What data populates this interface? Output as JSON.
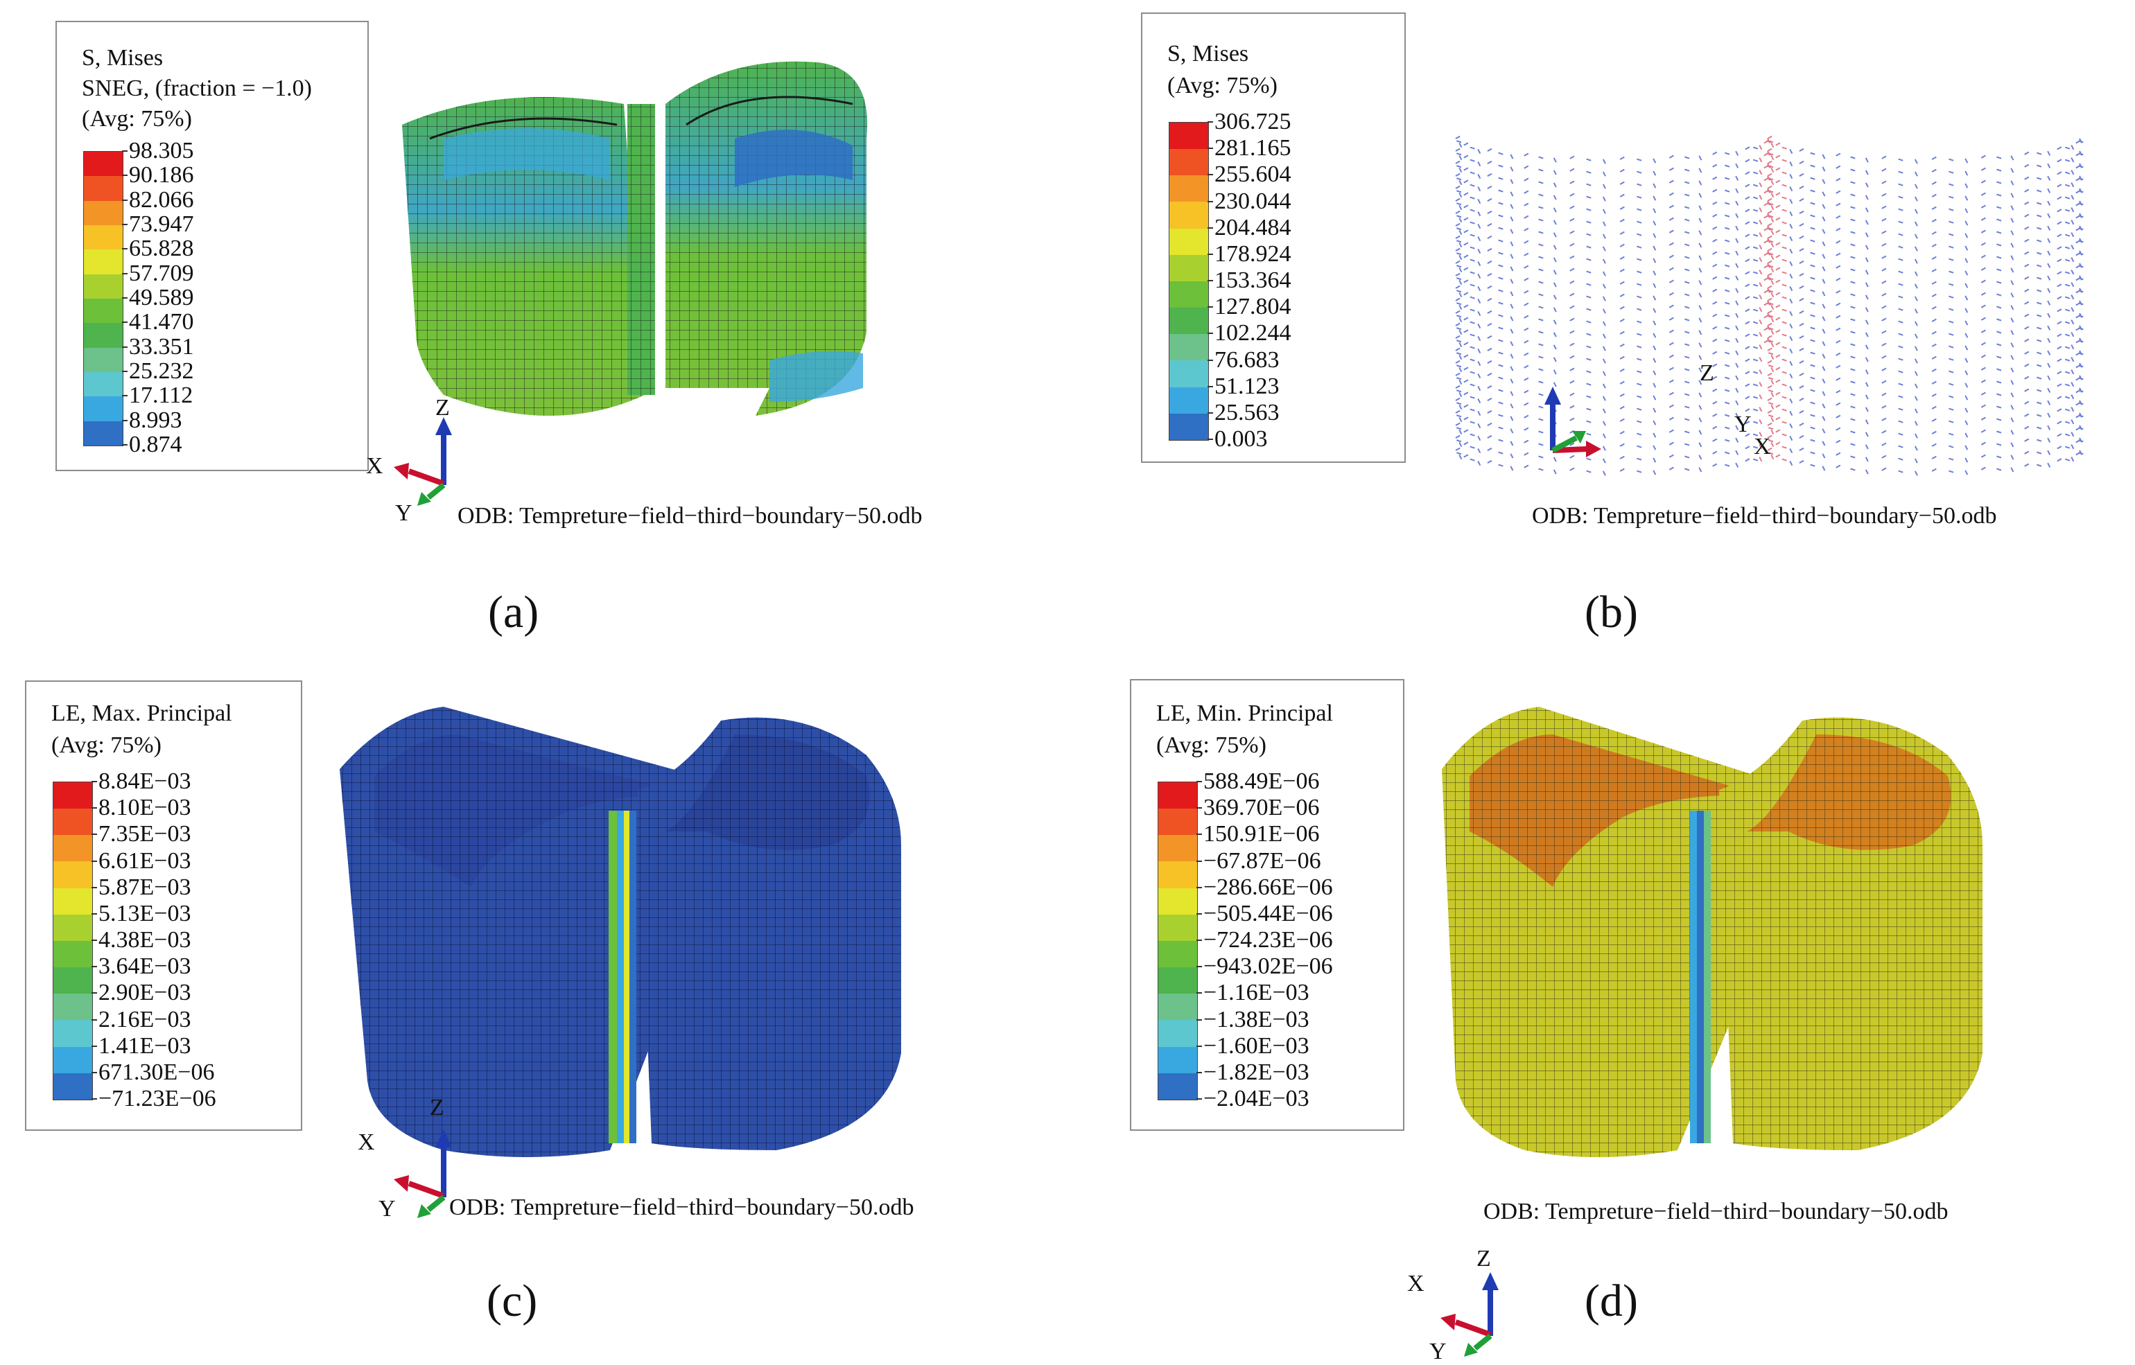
{
  "panels": [
    {
      "id": "a",
      "caption": "(a)",
      "legend_title": [
        "S, Mises",
        "SNEG, (fraction = −1.0)",
        "(Avg: 75%)"
      ],
      "legend_values": [
        "98.305",
        "90.186",
        "82.066",
        "73.947",
        "65.828",
        "57.709",
        "49.589",
        "41.470",
        "33.351",
        "25.232",
        "17.112",
        "8.993",
        "0.874"
      ],
      "odb": "ODB: Tempreture−field−third−boundary−50.odb",
      "axes": {
        "x": "X",
        "y": "Y",
        "z": "Z"
      }
    },
    {
      "id": "b",
      "caption": "(b)",
      "legend_title": [
        "S, Mises",
        "(Avg: 75%)"
      ],
      "legend_values": [
        "306.725",
        "281.165",
        "255.604",
        "230.044",
        "204.484",
        "178.924",
        "153.364",
        "127.804",
        "102.244",
        "76.683",
        "51.123",
        "25.563",
        "0.003"
      ],
      "odb": "ODB: Tempreture−field−third−boundary−50.odb",
      "axes": {
        "x": "X",
        "y": "Y",
        "z": "Z"
      }
    },
    {
      "id": "c",
      "caption": "(c)",
      "legend_title": [
        "LE, Max. Principal",
        "(Avg: 75%)"
      ],
      "legend_values": [
        "8.84E−03",
        "8.10E−03",
        "7.35E−03",
        "6.61E−03",
        "5.87E−03",
        "5.13E−03",
        "4.38E−03",
        "3.64E−03",
        "2.90E−03",
        "2.16E−03",
        "1.41E−03",
        "671.30E−06",
        "−71.23E−06"
      ],
      "odb": "ODB: Tempreture−field−third−boundary−50.odb",
      "axes": {
        "x": "X",
        "y": "Y",
        "z": "Z"
      }
    },
    {
      "id": "d",
      "caption": "(d)",
      "legend_title": [
        "LE, Min. Principal",
        "(Avg: 75%)"
      ],
      "legend_values": [
        "588.49E−06",
        "369.70E−06",
        "150.91E−06",
        "−67.87E−06",
        "−286.66E−06",
        "−505.44E−06",
        "−724.23E−06",
        "−943.02E−06",
        "−1.16E−03",
        "−1.38E−03",
        "−1.60E−03",
        "−1.82E−03",
        "−2.04E−03"
      ],
      "odb": "ODB: Tempreture−field−third−boundary−50.odb",
      "axes": {
        "x": "X",
        "y": "Y",
        "z": "Z"
      }
    }
  ],
  "colors": {
    "spectrum": [
      "#e31a1c",
      "#f05323",
      "#f39426",
      "#f6c226",
      "#e3e62c",
      "#a8d12f",
      "#6cc03a",
      "#4fb34e",
      "#6cc28a",
      "#5dc7cf",
      "#3aa8e0",
      "#2f6fc4",
      "#2e4fa7"
    ],
    "mesh_line": "#1a1a1a",
    "axis_x": "#c8102e",
    "axis_y": "#21a038",
    "axis_z": "#1f3bb3"
  }
}
